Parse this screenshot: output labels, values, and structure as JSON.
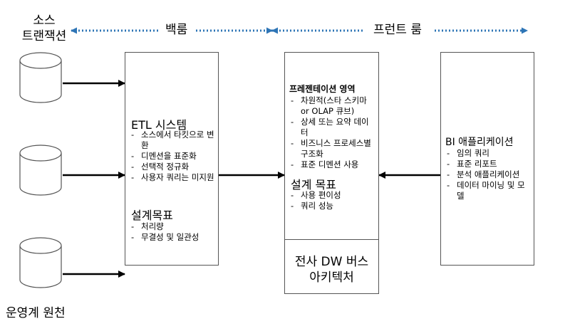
{
  "labels": {
    "source_transaction": "소스 트랜잭션",
    "source_line1": "소스",
    "source_line2": "트랜잭션",
    "backroom": "백룸",
    "frontroom": "프런트 룸",
    "operational_source": "운영계 원천"
  },
  "etl": {
    "title": "ETL 시스템",
    "items": [
      "소스에서 타킷으로 변환",
      "디멘션을 표준화",
      "선택적 정규화",
      "사용자 쿼리는 미지원"
    ],
    "goal_title": "설계목표",
    "goals": [
      "처리량",
      "무결성 및 일관성"
    ]
  },
  "presentation": {
    "title": "프레젠테이션 영역",
    "items": [
      "차원적(스타 스키마 or OLAP 큐브)",
      "상세 또는 요약 데이터",
      "비즈니스 프로세스별 구조화",
      "표준 디멘션 사용"
    ],
    "goal_title": "설계 목표",
    "goals": [
      "사용 편이성",
      "쿼리 성능"
    ],
    "bus": "전사 DW 버스 아키텍처",
    "bus_line1": "전사 DW 버스",
    "bus_line2": "아키텍처"
  },
  "bi": {
    "title": "BI 애플리케이션",
    "items": [
      "임의 쿼리",
      "표준 리포트",
      "분석 애플리케이션",
      "데이터 마이닝 및 모델"
    ]
  },
  "colors": {
    "dotted_arrow": "#2E75B6",
    "line": "#000000",
    "border": "#555555"
  }
}
